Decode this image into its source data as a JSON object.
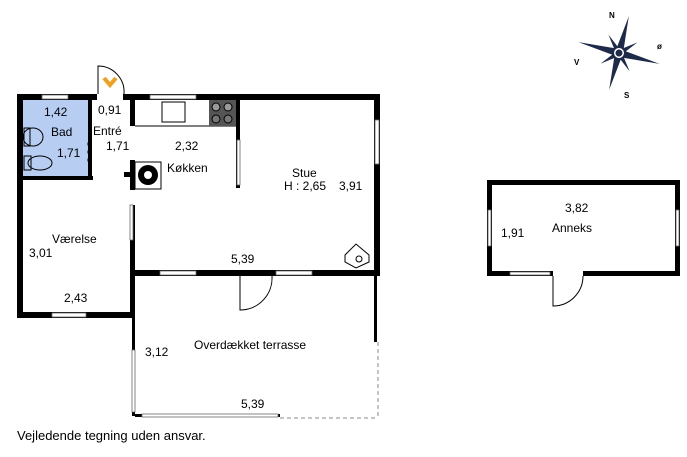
{
  "compass": {
    "north": "N",
    "east": "ø",
    "south": "S",
    "west": "V"
  },
  "rooms": {
    "bad": {
      "label": "Bad",
      "width": "1,42",
      "depth": "1,71"
    },
    "entre": {
      "label": "Entré",
      "width": "0,91",
      "depth": "1,71"
    },
    "kokken": {
      "label": "Køkken",
      "width": "2,32"
    },
    "stue": {
      "label": "Stue",
      "height": "H : 2,65",
      "depth": "3,91",
      "width": "5,39"
    },
    "vaerelse": {
      "label": "Værelse",
      "depth": "3,01",
      "width": "2,43"
    },
    "terrasse": {
      "label": "Overdækket terrasse",
      "depth": "3,12",
      "width": "5,39"
    },
    "anneks": {
      "label": "Anneks",
      "width": "3,82",
      "depth": "1,91"
    }
  },
  "colors": {
    "bath": "#b7cdf2",
    "entry_arrow": "#f0a020",
    "compass": "#1e2a4a"
  },
  "disclaimer": "Vejledende tegning uden ansvar."
}
